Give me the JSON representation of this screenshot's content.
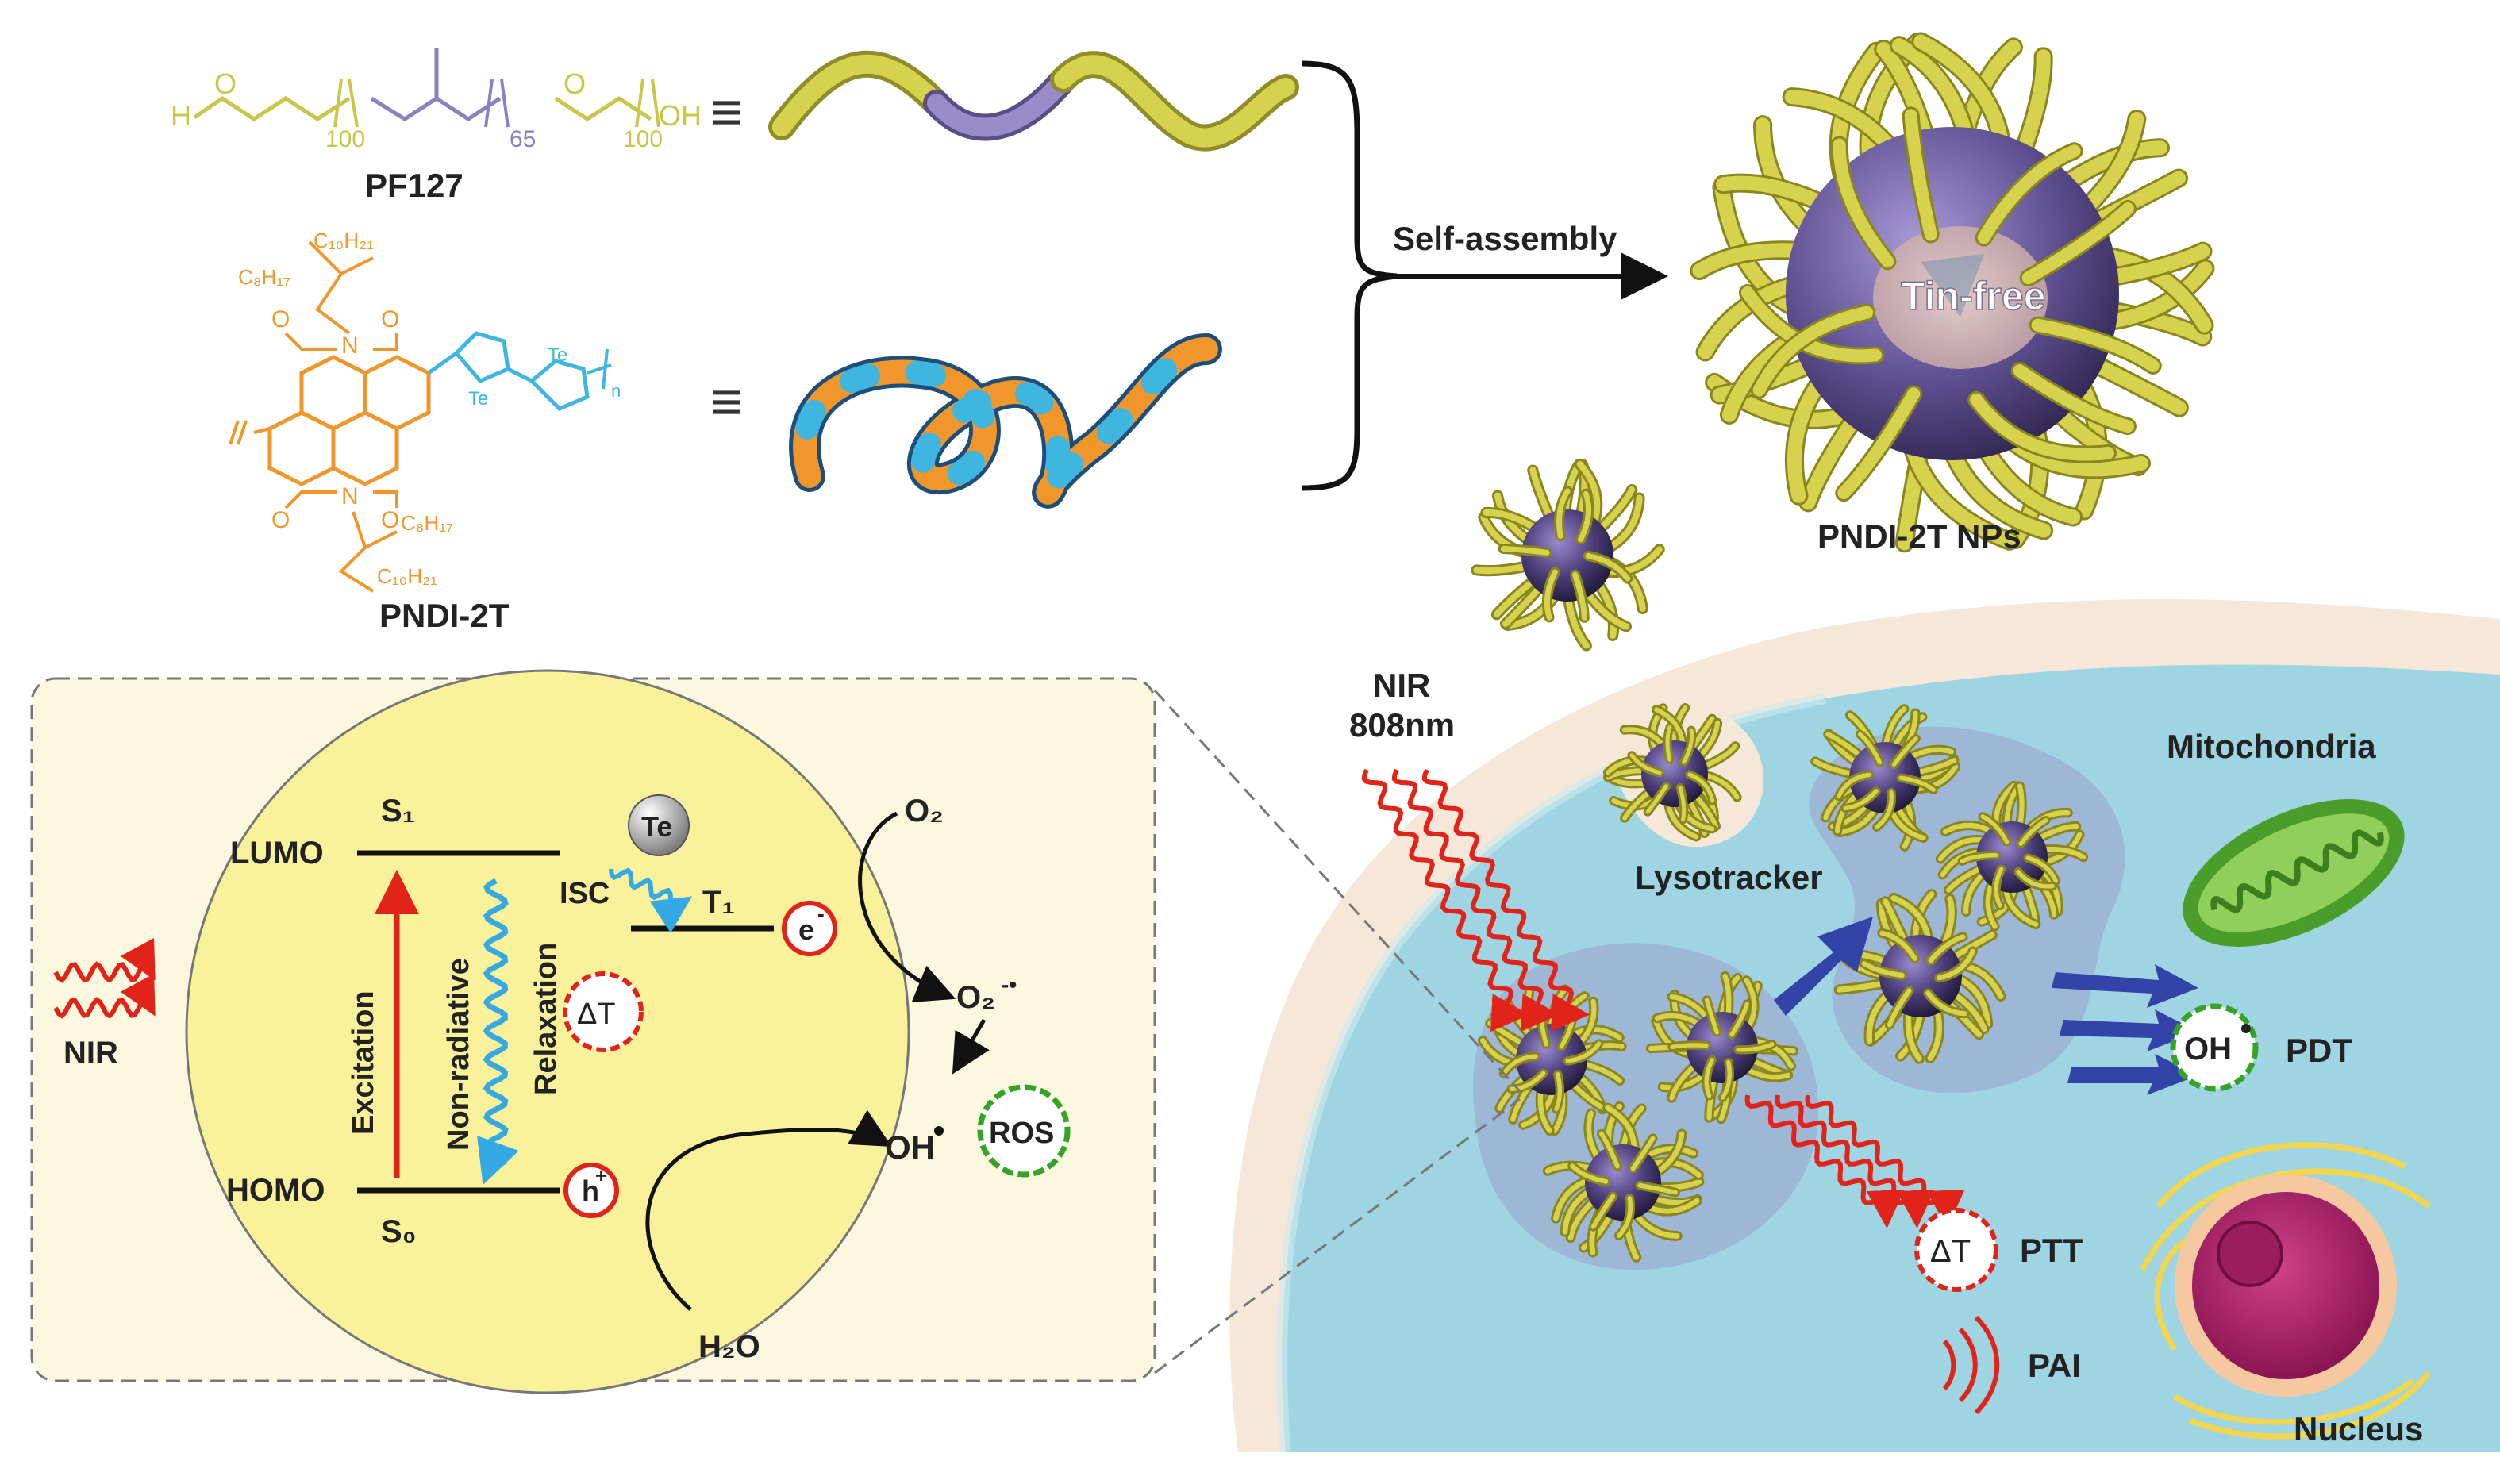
{
  "colors": {
    "pf127_yellow": "#c9c64a",
    "pf127_purple": "#8d7fc2",
    "pndi_orange": "#f0962a",
    "pndi_blue": "#3fb6e0",
    "np_core": "#5e4f90",
    "tube": "#d7d24d",
    "cell_blue": "#9fd5e2",
    "cell_beige": "#f5e8d8",
    "red": "#e2231a",
    "green": "#34a326",
    "wave_blue": "#35a9e3",
    "arrow_navy": "#3344a8",
    "inset_bg": "#fbf8df",
    "circle_fill": "#faf29a"
  },
  "pf127": {
    "h": "H",
    "o": "O",
    "n1": "100",
    "n2": "65",
    "n3": "100",
    "oh": "OH",
    "equiv": "≡",
    "label": "PF127"
  },
  "pndi": {
    "c10h21_top": "C₁₀H₂₁",
    "c8h17_top": "C₈H₁₇",
    "c8h17_bottom": "C₈H₁₇",
    "c10h21_bottom": "C₁₀H₂₁",
    "o": "O",
    "n": "N",
    "te": "Te",
    "n_sub": "n",
    "equiv": "≡",
    "label": "PNDI-2T"
  },
  "assembly": {
    "arrow_label": "Self-assembly",
    "core_label": "Tin-free",
    "np_label": "PNDI-2T NPs"
  },
  "cell": {
    "nir": "NIR",
    "nir_wavelength": "808nm",
    "lysotracker": "Lysotracker",
    "mitochondria": "Mitochondria",
    "oh": "OH",
    "pdt": "PDT",
    "delta_t": "ΔT",
    "ptt": "PTT",
    "pai": "PAI",
    "nucleus": "Nucleus"
  },
  "jablonski": {
    "nir": "NIR",
    "s1": "S₁",
    "s0": "S₀",
    "lumo": "LUMO",
    "homo": "HOMO",
    "te": "Te",
    "isc": "ISC",
    "t1": "T₁",
    "e_minus": "e",
    "excitation": "Excitation",
    "nonradiative": "Non-radiative",
    "relaxation": "Relaxation",
    "delta_t": "ΔT",
    "h_plus": "h",
    "o2": "O₂",
    "superoxide": "O₂",
    "hydroxyl": "OH",
    "ros": "ROS",
    "h2o": "H₂O"
  }
}
